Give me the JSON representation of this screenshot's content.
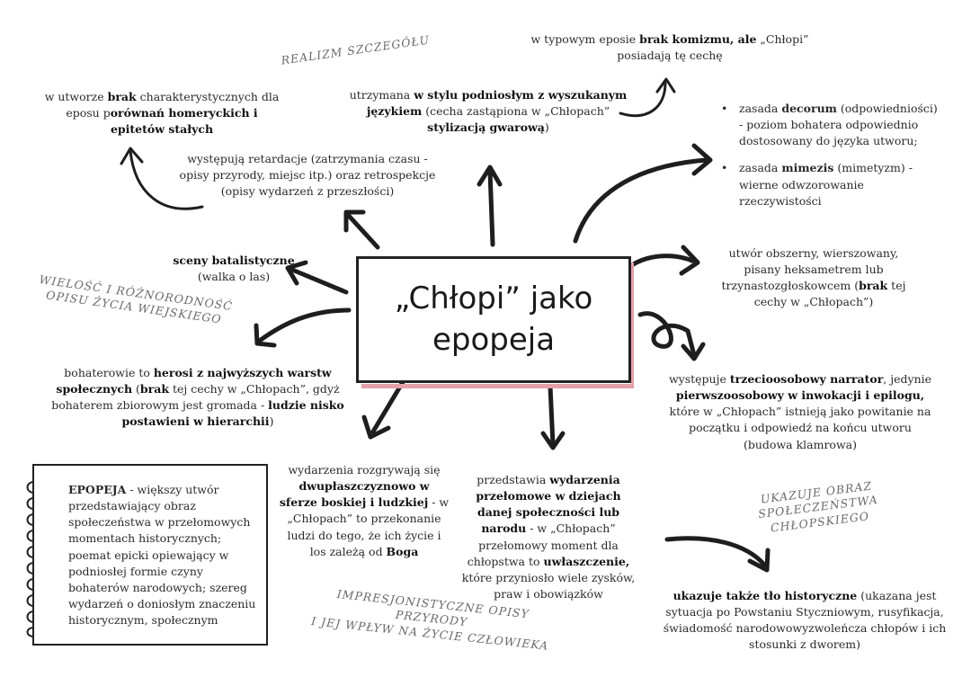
{
  "title": {
    "line1": "„Chłopi” jako",
    "line2": "epopeja"
  },
  "labels": {
    "realism": "REALIZM SZCZEGÓŁU",
    "variety1": "WIELOŚĆ I RÓŻNORODNOŚĆ",
    "variety2": "OPISU ŻYCIA WIEJSKIEGO",
    "impress1": "IMPRESJONISTYCZNE OPISY PRZYRODY",
    "impress2": "I JEJ WPŁYW NA ŻYCIE CZŁOWIEKA",
    "society1": "UKAZUJE OBRAZ SPOŁECZEŃSTWA",
    "society2": "CHŁOPSKIEGO"
  },
  "notes": {
    "comparisons": {
      "a": "w utworze ",
      "b1": "brak",
      "c": " charakterystycznych dla eposu p",
      "b2": "orównań homeryckich i epitetów stałych",
      "d": ""
    },
    "retardation": "występują retardacje (zatrzymania czasu - opisy przyrody, miejsc itp.) oraz retrospekcje (opisy wydarzeń z przeszłości)",
    "style": {
      "a": "utrzymana ",
      "b1": "w stylu podniosłym z wyszukanym językiem",
      "c": " (cecha zastąpiona w „Chłopach” ",
      "b2": "stylizacją gwarową",
      "d": ")"
    },
    "comedy": {
      "a": "w typowym eposie ",
      "b1": "brak komizmu, ale",
      "c": " „Chłopi” posiadają tę cechę"
    },
    "battle": {
      "b1": "sceny batalistyczne",
      "a": "(walka o las)"
    },
    "heroes": {
      "a": "bohaterowie to ",
      "b1": "herosi z najwyższych warstw społecznych",
      "c": " (",
      "b2": "brak",
      "d": " tej cechy w „Chłopach”, gdyż bohaterem zbiorowym jest gromada - ",
      "b3": "ludzie nisko postawieni w hierarchii",
      "e": ")"
    },
    "verse": {
      "a": "utwór obszerny, wierszowany, pisany heksametrem lub trzynastozgłoskowcem (",
      "b1": "brak",
      "c": " tej cechy w „Chłopach”)"
    },
    "narrator": {
      "a": "występuje ",
      "b1": "trzecioosobowy narrator",
      "c": ", jedynie ",
      "b2": "pierwszoosobowy w inwokacji i epilogu,",
      "d": " które w „Chłopach” istnieją jako powitanie na początku i odpowiedź na końcu utworu (budowa klamrowa)"
    },
    "twoplanes": {
      "a": "wydarzenia rozgrywają się ",
      "b1": "dwupłaszczyznowo w sferze boskiej i ludzkiej",
      "c": " - w „Chłopach” to przekonanie ludzi do tego, że ich życie i los zależą od ",
      "b2": "Boga"
    },
    "events": {
      "a": "przedstawia ",
      "b1": "wydarzenia przełomowe w dziejach danej społeczności lub narodu",
      "c": " - w „Chłopach” przełomowy moment dla chłopstwa to ",
      "b2": "uwłaszczenie,",
      "d": " które przyniosło wiele zysków, praw i obowiązków"
    },
    "history": {
      "b1": "ukazuje także tło historyczne",
      "a": " (ukazana jest sytuacja po Powstaniu Styczniowym, rusyfikacja, świadomość narodowowyzwoleńcza chłopów i ich stosunki z dworem)"
    }
  },
  "bullets": [
    {
      "dot": "•",
      "a": "zasada ",
      "b": "decorum",
      "c": " (odpowiedniości) - poziom bohatera odpowiednio dostosowany do języka utworu;"
    },
    {
      "dot": "•",
      "a": "zasada ",
      "b": "mimezis",
      "c": " (mimetyzm) - wierne odwzorowanie rzeczywistości"
    }
  ],
  "definition": {
    "term": "EPOPEJA",
    "text": " - większy utwór przedstawiający obraz społeczeństwa w przełomowych momentach historycznych; poemat epicki opiewający w podniosłej formie czyny bohaterów narodowych; szereg wydarzeń o doniosłym znaczeniu historycznym, społecznym"
  }
}
